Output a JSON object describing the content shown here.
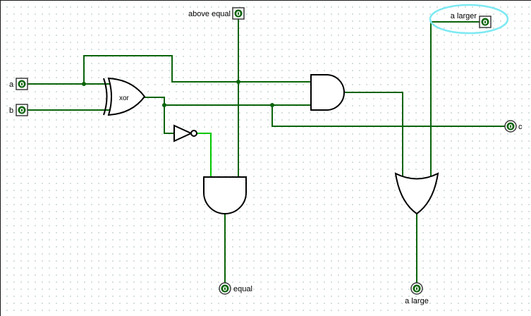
{
  "colors": {
    "wire_low": "#0b640b",
    "wire_high": "#00c800",
    "pin_fill": "#0b640b",
    "highlight": "#7de9f2"
  },
  "gates": {
    "xor_label": "xor"
  },
  "pins": {
    "a": {
      "label": "a",
      "value": "0"
    },
    "b": {
      "label": "b",
      "value": "0"
    },
    "above_equal": {
      "label": "above equal",
      "value": "0"
    },
    "a_larger": {
      "label": "a larger",
      "value": "0"
    },
    "c": {
      "label": "c",
      "value": "0"
    },
    "equal": {
      "label": "equal",
      "value": "0"
    },
    "a_large": {
      "label": "a large",
      "value": "0"
    }
  }
}
